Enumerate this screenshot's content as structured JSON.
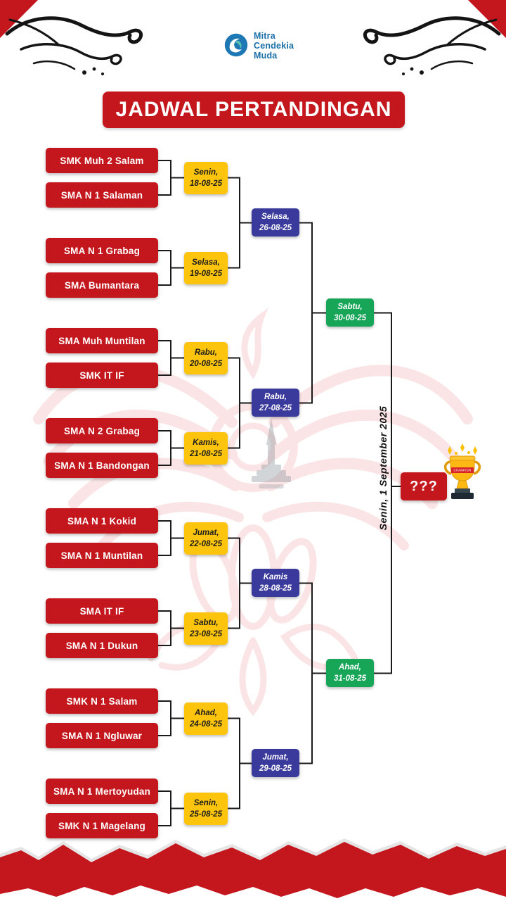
{
  "header": {
    "logo": {
      "name_lines": [
        "Mitra",
        "Cendekia",
        "Muda"
      ]
    },
    "title": "JADWAL PERTANDINGAN"
  },
  "bracket": {
    "round1": [
      {
        "team1": "SMK Muh 2 Salam",
        "team2": "SMA N 1 Salaman",
        "day": "Senin,",
        "date": "18-08-25"
      },
      {
        "team1": "SMA N 1 Grabag",
        "team2": "SMA Bumantara",
        "day": "Selasa,",
        "date": "19-08-25"
      },
      {
        "team1": "SMA Muh Muntilan",
        "team2": "SMK IT IF",
        "day": "Rabu,",
        "date": "20-08-25"
      },
      {
        "team1": "SMA N 2 Grabag",
        "team2": "SMA N 1 Bandongan",
        "day": "Kamis,",
        "date": "21-08-25"
      },
      {
        "team1": "SMA N 1 Kokid",
        "team2": "SMA N 1 Muntilan",
        "day": "Jumat,",
        "date": "22-08-25"
      },
      {
        "team1": "SMA IT IF",
        "team2": "SMA N 1 Dukun",
        "day": "Sabtu,",
        "date": "23-08-25"
      },
      {
        "team1": "SMK N 1 Salam",
        "team2": "SMA N 1 Ngluwar",
        "day": "Ahad,",
        "date": "24-08-25"
      },
      {
        "team1": "SMA N 1 Mertoyudan",
        "team2": "SMK N 1 Magelang",
        "day": "Senin,",
        "date": "25-08-25"
      }
    ],
    "round2": [
      {
        "day": "Selasa,",
        "date": "26-08-25"
      },
      {
        "day": "Rabu,",
        "date": "27-08-25"
      },
      {
        "day": "Kamis",
        "date": "28-08-25"
      },
      {
        "day": "Jumat,",
        "date": "29-08-25"
      }
    ],
    "semifinals": [
      {
        "day": "Sabtu,",
        "date": "30-08-25"
      },
      {
        "day": "Ahad,",
        "date": "31-08-25"
      }
    ],
    "final": {
      "date_label": "Senin, 1 September 2025",
      "winner_placeholder": "???"
    },
    "trophy_ribbon": "CHAMPION"
  },
  "colors": {
    "red": "#C4161D",
    "yellow": "#FDC40D",
    "blue": "#3A3A9C",
    "green": "#17A558",
    "logo_blue": "#1A6FA8"
  }
}
